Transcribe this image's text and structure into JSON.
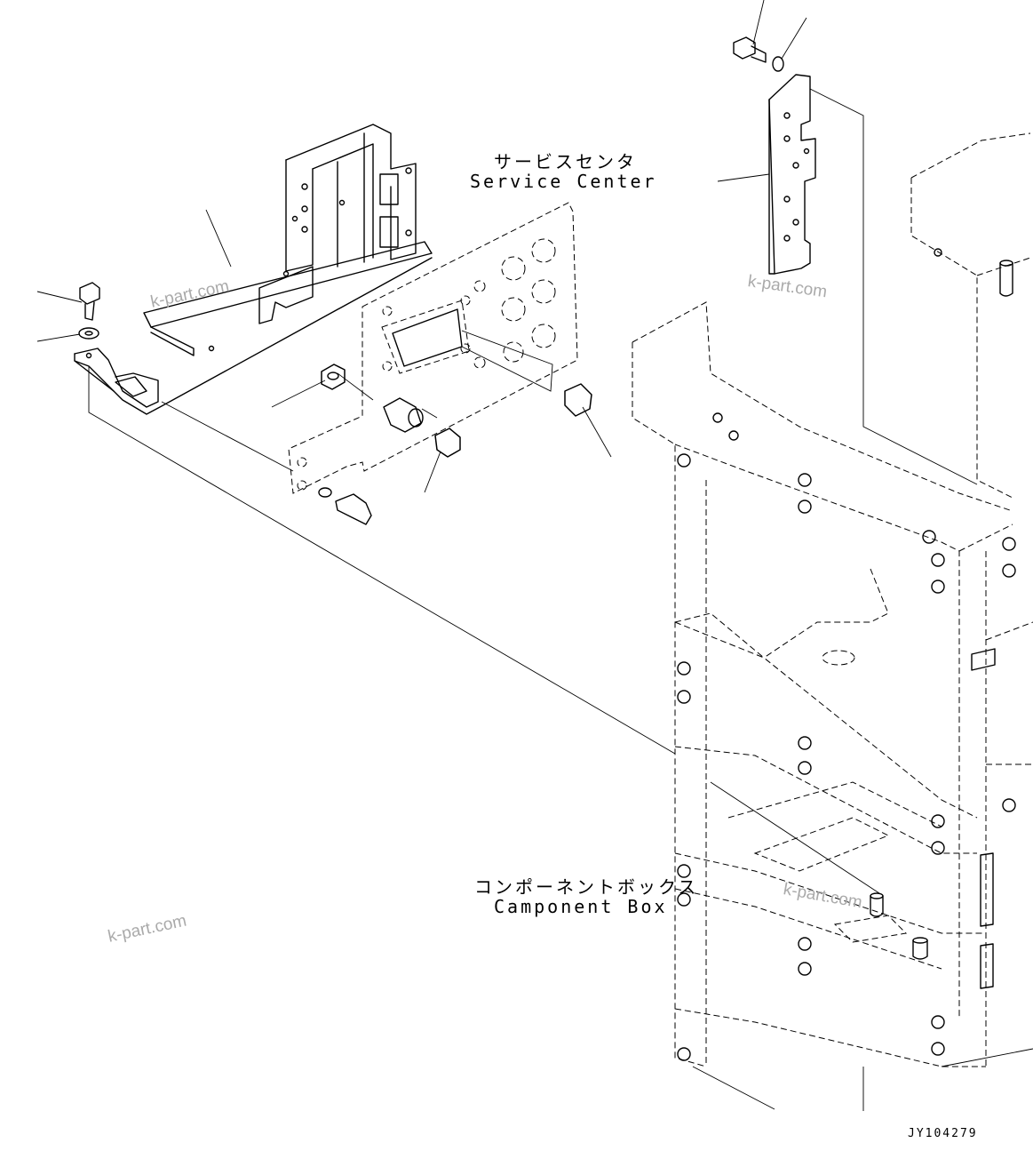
{
  "labels": {
    "service_center_jp": "サービスセンタ",
    "service_center_en": "Service Center",
    "component_box_jp": "コンポーネントボックス",
    "component_box_en": "Camponent Box"
  },
  "watermarks": [
    "k-part.com",
    "k-part.com",
    "k-part.com",
    "k-part.com"
  ],
  "drawing_code": "JY104279"
}
